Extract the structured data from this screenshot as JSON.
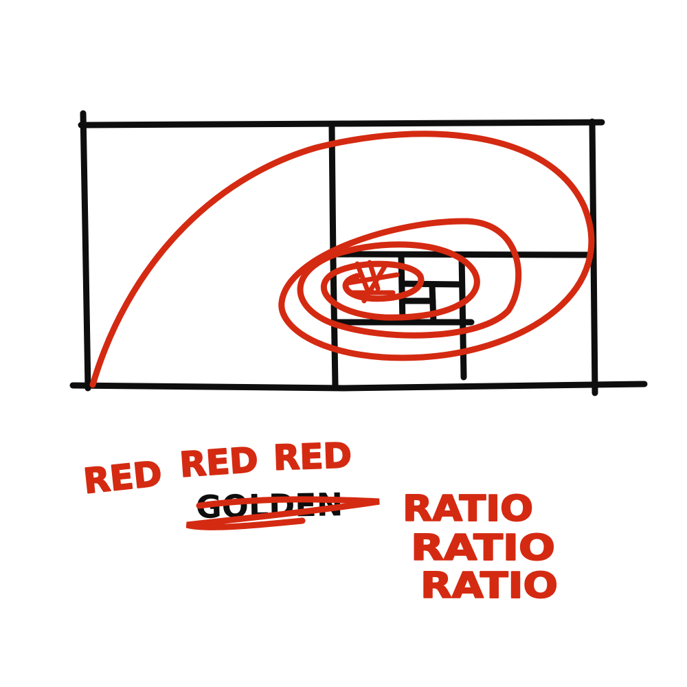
{
  "colors": {
    "ink": "#0e0e0e",
    "accent": "#d42a12",
    "background": "#ffffff"
  },
  "drawing": {
    "grid": "golden-rectangle-subdivision",
    "curve": "spiral"
  },
  "caption": {
    "red_words": [
      "RED",
      "RED",
      "RED"
    ],
    "struck_word": "GOLDEN",
    "ratio_words": [
      "RATIO",
      "RATIO",
      "RATIO"
    ]
  }
}
